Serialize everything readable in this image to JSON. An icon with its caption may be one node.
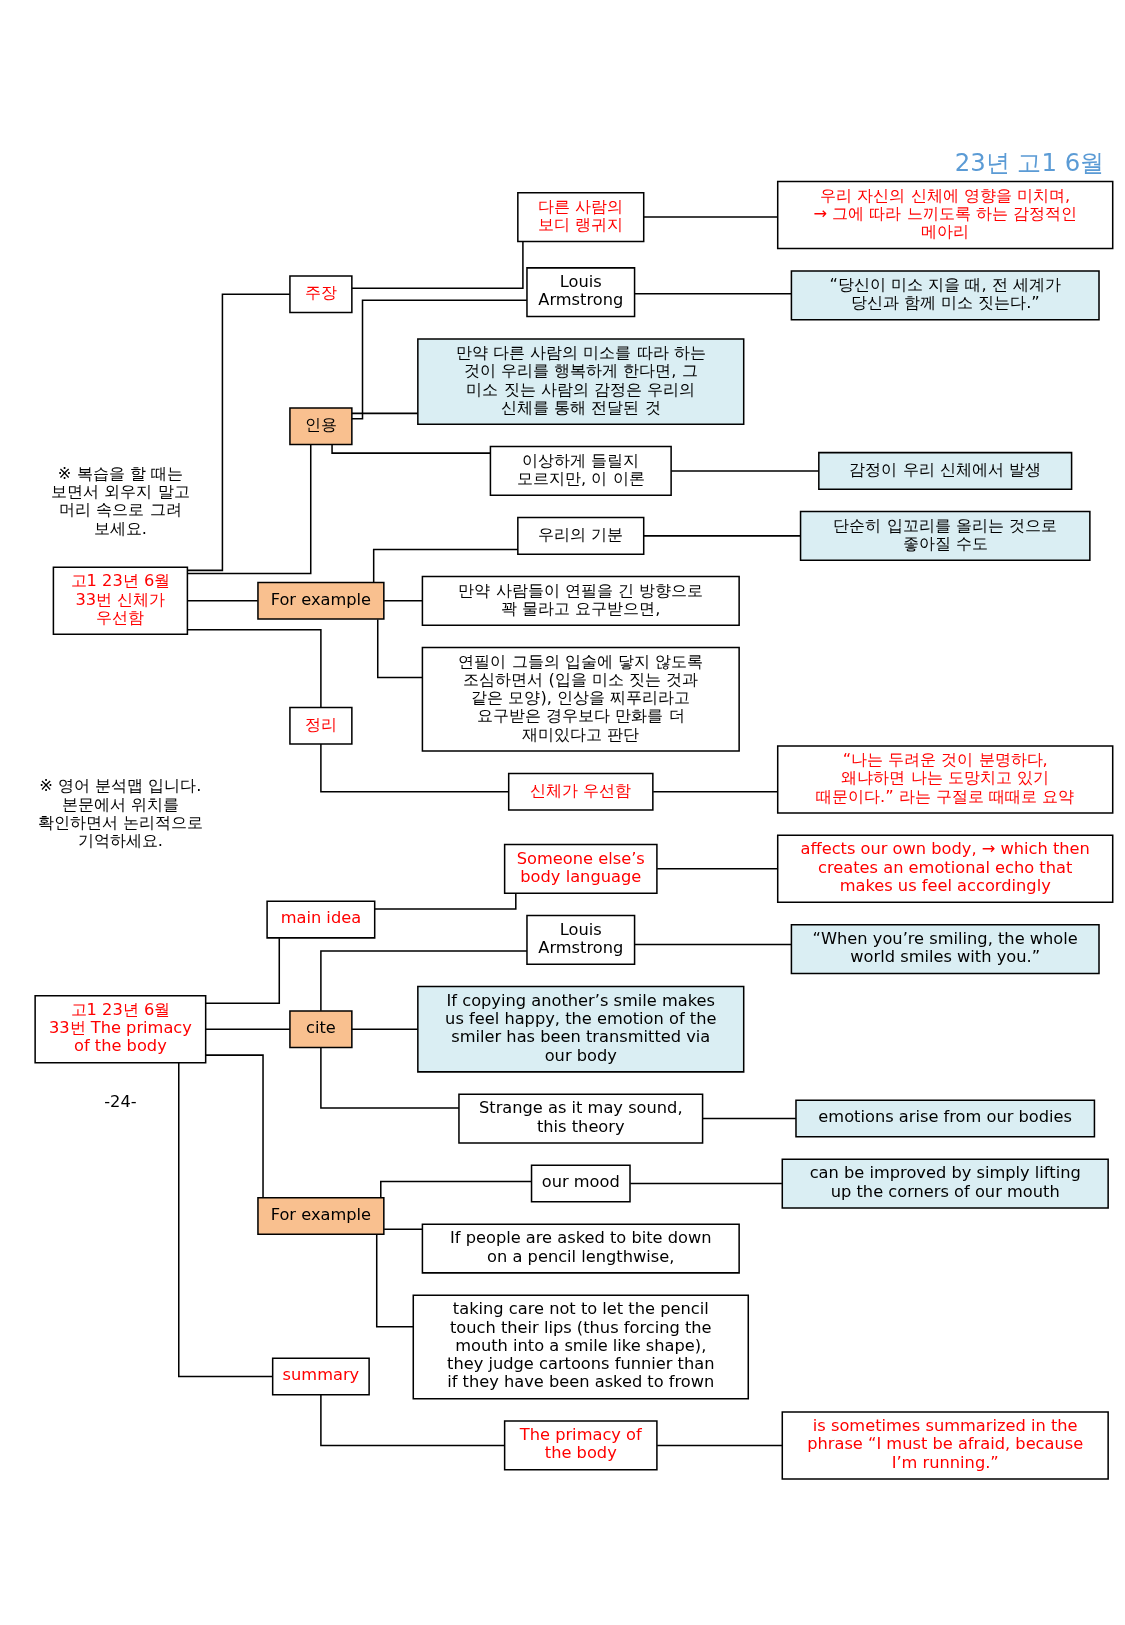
{
  "diagram": {
    "title": "23년 고1 6월",
    "nodes": [
      {
        "text": [
          "고1 23년 6월 33번 신체가 우선함"
        ]
      },
      {
        "text": [
          "주장"
        ]
      },
      {
        "text": [
          "다른 사람의 보디 랭귀지"
        ]
      },
      {
        "text": [
          "우리 자신의 신체에 영향을 미치며, → 그에 따라 느끼도록 하는 감정적인 메아리"
        ]
      },
      {
        "text": [
          "인용"
        ]
      },
      {
        "text": [
          "Louis Armstrong"
        ]
      },
      {
        "text": [
          "“당신이 미소 지을 때, 전 세계가 당신과 함께 미소 짓는다.”"
        ]
      },
      {
        "text": [
          "만약 다른 사람의 미소를 따라 하는 것이 우리를 행복하게 한다면, 그 미소 짓는 사람의 감정은 우리의 신체를 통해 전달된 것"
        ]
      },
      {
        "text": [
          "이상하게 들릴지 모르지만, 이 이론"
        ]
      },
      {
        "text": [
          "감정이 우리 신체에서 발생"
        ]
      },
      {
        "text": [
          "For example"
        ]
      },
      {
        "text": [
          "우리의 기분"
        ]
      },
      {
        "text": [
          "단순히 입꼬리를 올리는 것으로 좋아질 수도"
        ]
      },
      {
        "text": [
          "만약 사람들이 연필을 긴 방향으로 꽉 물라고 요구받으면,"
        ]
      },
      {
        "text": [
          "연필이 그들의 입술에 닿지 않도록 조심하면서 (입을 미소 짓는 것과 같은 모양), 인상을 찌푸리라고 요구받은 경우보다 만화를 더 재미있다고 판단"
        ]
      },
      {
        "text": [
          "정리"
        ]
      },
      {
        "text": [
          "신체가 우선함"
        ]
      },
      {
        "text": [
          "“나는 두려운 것이 분명하다, 왜냐하면 나는 도망치고 있기 때문이다.” 라는 구절로 때때로 요약"
        ]
      },
      {
        "text": [
          "고1 23년 6월 33번 The primacy of the body"
        ]
      },
      {
        "text": [
          "main idea"
        ]
      },
      {
        "text": [
          "Someone else’s body language"
        ]
      },
      {
        "text": [
          "affects our own body, → which then creates an emotional echo that makes us feel accordingly"
        ]
      },
      {
        "text": [
          "cite"
        ]
      },
      {
        "text": [
          "Louis Armstrong"
        ]
      },
      {
        "text": [
          "“When you’re smiling, the whole world smiles with you.”"
        ]
      },
      {
        "text": [
          "If copying another’s smile makes us feel happy, the emotion of the smiler has been transmitted via our body"
        ]
      },
      {
        "text": [
          "Strange as it may sound, this theory"
        ]
      },
      {
        "text": [
          "emotions arise from our bodies"
        ]
      },
      {
        "text": [
          "For example"
        ]
      },
      {
        "text": [
          "our mood"
        ]
      },
      {
        "text": [
          "can be improved by simply lifting up the corners of our mouth"
        ]
      },
      {
        "text": [
          "If people are asked to bite down on a pencil lengthwise,"
        ]
      },
      {
        "text": [
          "taking care not to let the pencil touch their lips (thus forcing the mouth into a smile like shape), they judge cartoons funnier than if they have been asked to frown"
        ]
      },
      {
        "text": [
          "summary"
        ]
      },
      {
        "text": [
          "The primacy of the body"
        ]
      },
      {
        "text": [
          "is sometimes summarized in the phrase “I must be afraid, because I’m running.”"
        ]
      }
    ],
    "edges": [
      {
        "from": 0,
        "to": 1,
        "arrow": "none"
      },
      {
        "from": 1,
        "to": 2,
        "arrow": "none"
      },
      {
        "from": 2,
        "to": 3,
        "arrow": "none"
      },
      {
        "from": 0,
        "to": 4,
        "arrow": "none"
      },
      {
        "from": 4,
        "to": 5,
        "arrow": "none"
      },
      {
        "from": 5,
        "to": 6,
        "arrow": "none"
      },
      {
        "from": 4,
        "to": 7,
        "arrow": "none"
      },
      {
        "from": 4,
        "to": 8,
        "arrow": "none"
      },
      {
        "from": 8,
        "to": 9,
        "arrow": "none"
      },
      {
        "from": 0,
        "to": 10,
        "arrow": "none"
      },
      {
        "from": 10,
        "to": 11,
        "arrow": "none"
      },
      {
        "from": 11,
        "to": 12,
        "arrow": "none"
      },
      {
        "from": 10,
        "to": 13,
        "arrow": "none"
      },
      {
        "from": 10,
        "to": 14,
        "arrow": "none"
      },
      {
        "from": 0,
        "to": 15,
        "arrow": "none"
      },
      {
        "from": 15,
        "to": 16,
        "arrow": "none"
      },
      {
        "from": 16,
        "to": 17,
        "arrow": "none"
      },
      {
        "from": 18,
        "to": 19,
        "arrow": "none"
      },
      {
        "from": 19,
        "to": 20,
        "arrow": "none"
      },
      {
        "from": 20,
        "to": 21,
        "arrow": "none"
      },
      {
        "from": 18,
        "to": 22,
        "arrow": "none"
      },
      {
        "from": 22,
        "to": 23,
        "arrow": "none"
      },
      {
        "from": 23,
        "to": 24,
        "arrow": "none"
      },
      {
        "from": 22,
        "to": 25,
        "arrow": "none"
      },
      {
        "from": 22,
        "to": 26,
        "arrow": "none"
      },
      {
        "from": 26,
        "to": 27,
        "arrow": "none"
      },
      {
        "from": 18,
        "to": 28,
        "arrow": "none"
      },
      {
        "from": 28,
        "to": 29,
        "arrow": "none"
      },
      {
        "from": 29,
        "to": 30,
        "arrow": "none"
      },
      {
        "from": 28,
        "to": 31,
        "arrow": "none"
      },
      {
        "from": 28,
        "to": 32,
        "arrow": "none"
      },
      {
        "from": 18,
        "to": 33,
        "arrow": "none"
      },
      {
        "from": 33,
        "to": 34,
        "arrow": "none"
      },
      {
        "from": 34,
        "to": 35,
        "arrow": "none"
      }
    ],
    "labels": [
      "※ 복습을 할 때는 보면서 외우지 말고 머리 속으로 그려 보세요.",
      "※ 영어 분석맵 입니다. 본문에서 위치를 확인하면서 논리적으로 기억하세요.",
      "-24-"
    ]
  }
}
